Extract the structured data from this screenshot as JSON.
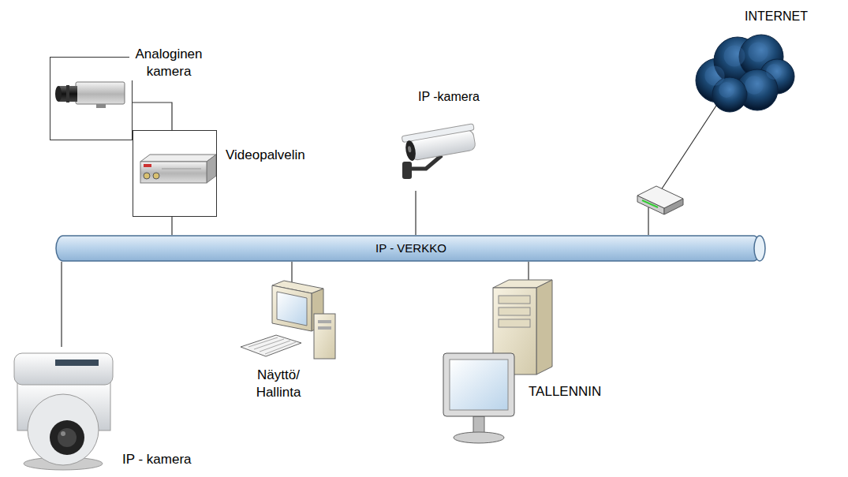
{
  "diagram": {
    "nodes": [
      {
        "text": [
          "Analoginen kamera"
        ]
      },
      {
        "text": [
          "Videopalvelin"
        ]
      },
      {
        "text": [
          "IP -kamera"
        ]
      },
      {
        "text": [
          "INTERNET"
        ]
      },
      {
        "text": [
          "IP - VERKKO"
        ]
      },
      {
        "text": [
          "Näyttö/ Hallinta"
        ]
      },
      {
        "text": [
          "TALLENNIN"
        ]
      },
      {
        "text": [
          "IP - kamera"
        ]
      }
    ],
    "edges": [
      {
        "from": 0,
        "to": 1,
        "arrow": "none"
      },
      {
        "from": 1,
        "to": 4,
        "arrow": "none"
      },
      {
        "from": 2,
        "to": 4,
        "arrow": "none"
      },
      {
        "from": 3,
        "to": 4,
        "arrow": "none"
      },
      {
        "from": 4,
        "to": 5,
        "arrow": "none"
      },
      {
        "from": 4,
        "to": 6,
        "arrow": "none"
      },
      {
        "from": 4,
        "to": 7,
        "arrow": "none"
      }
    ]
  }
}
